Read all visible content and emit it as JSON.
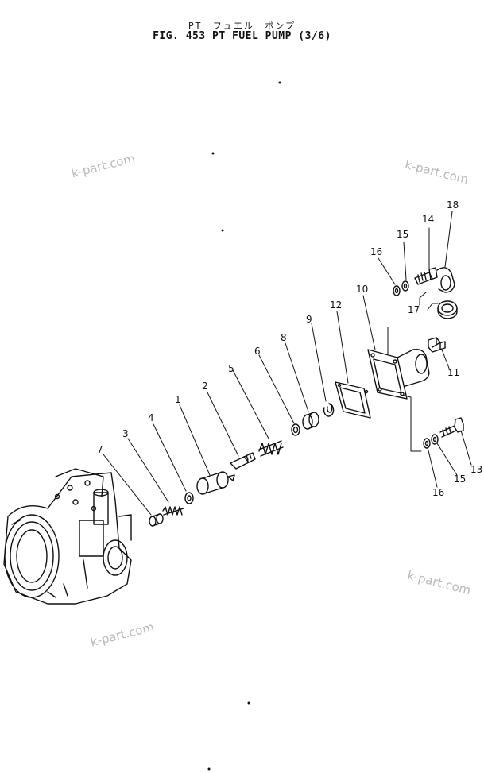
{
  "title": {
    "japanese": "PT  フュエル  ポンプ",
    "english": "FIG. 453  PT  FUEL  PUMP  (3/6)"
  },
  "watermarks": [
    "k-part.com",
    "k-part.com",
    "k-part.com",
    "k-part.com"
  ],
  "callouts": [
    "1",
    "2",
    "3",
    "4",
    "5",
    "6",
    "7",
    "8",
    "9",
    "10",
    "11",
    "12",
    "13",
    "14",
    "15",
    "15",
    "16",
    "16",
    "17",
    "18"
  ]
}
